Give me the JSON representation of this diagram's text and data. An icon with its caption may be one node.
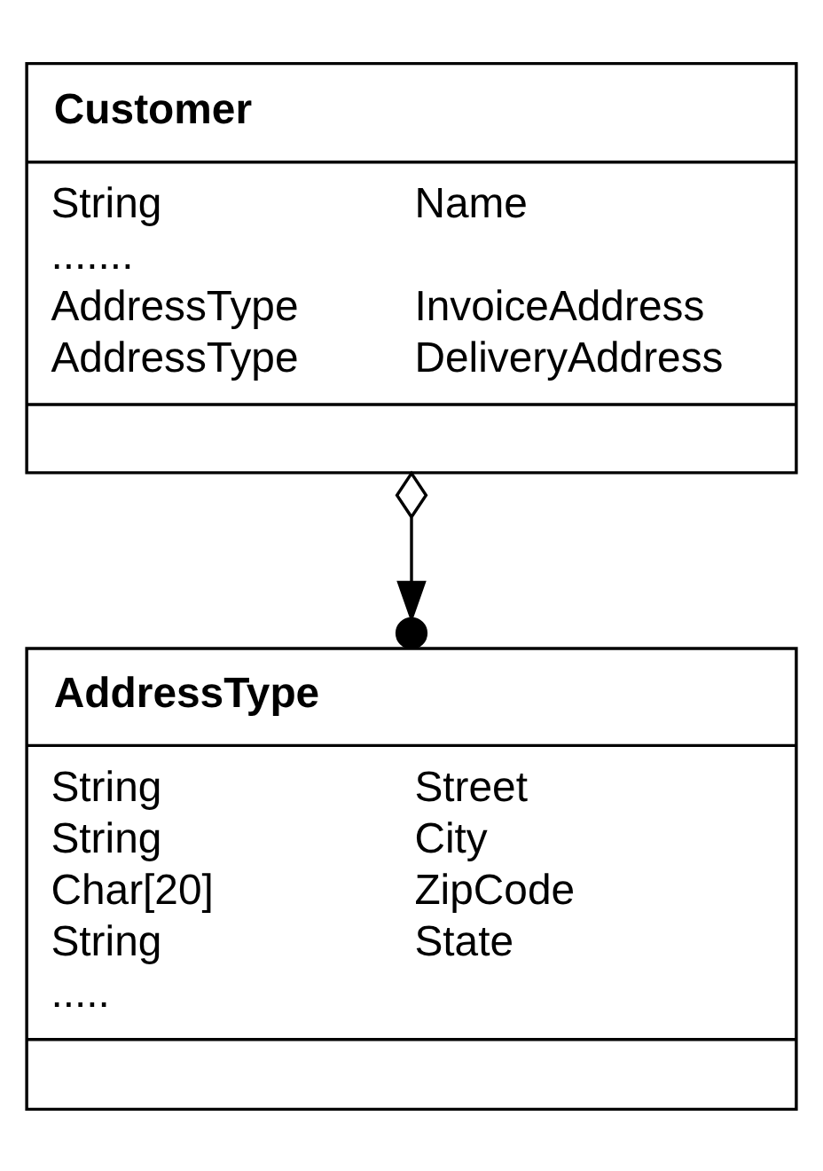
{
  "diagram": {
    "nodes": [
      {
        "text": [
          "Customer",
          "String",
          "Name",
          ".......",
          "AddressType",
          "InvoiceAddress",
          "AddressType",
          "DeliveryAddress"
        ]
      },
      {
        "text": [
          "AddressType",
          "String",
          "Street",
          "String",
          "City",
          "Char[20]",
          "ZipCode",
          "String",
          "State",
          "....."
        ]
      }
    ],
    "edges": [
      {
        "from": 0,
        "to": 1,
        "arrow": "to"
      }
    ]
  }
}
